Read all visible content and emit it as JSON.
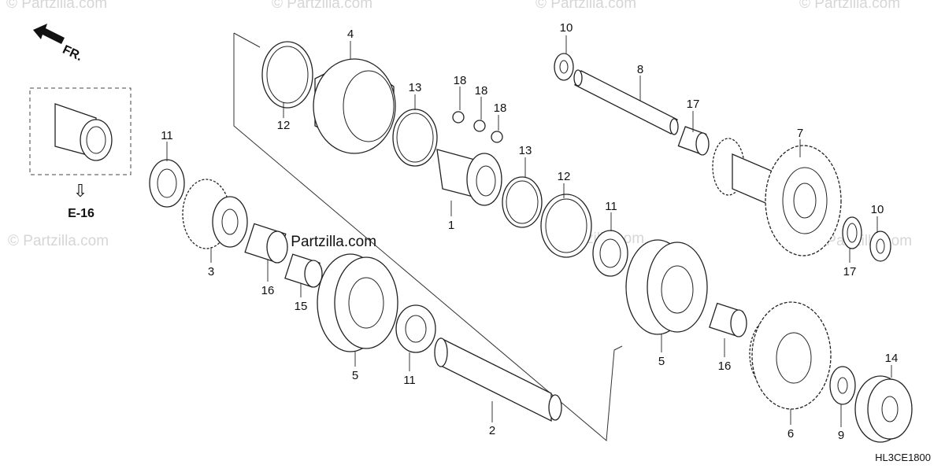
{
  "watermarks": [
    "© Partzilla.com",
    "© Partzilla.com",
    "© Partzilla.com",
    "© Partzilla.com",
    "© Partzilla.com",
    "© Partzilla.com",
    "© Partzilla.com"
  ],
  "center_watermark": "© Partzilla.com",
  "direction_label": "FR.",
  "callout": {
    "arrow": "⇩",
    "ref": "E-16"
  },
  "part_numbers": {
    "p1": "1",
    "p2": "2",
    "p3": "3",
    "p4": "4",
    "p5a": "5",
    "p5b": "5",
    "p6": "6",
    "p7": "7",
    "p8": "8",
    "p9": "9",
    "p10a": "10",
    "p10b": "10",
    "p11a": "11",
    "p11b": "11",
    "p11c": "11",
    "p12a": "12",
    "p12b": "12",
    "p13a": "13",
    "p13b": "13",
    "p14": "14",
    "p15": "15",
    "p16a": "16",
    "p16b": "16",
    "p17a": "17",
    "p17b": "17",
    "p18a": "18",
    "p18b": "18",
    "p18c": "18"
  },
  "diagram_code": "HL3CE1800"
}
